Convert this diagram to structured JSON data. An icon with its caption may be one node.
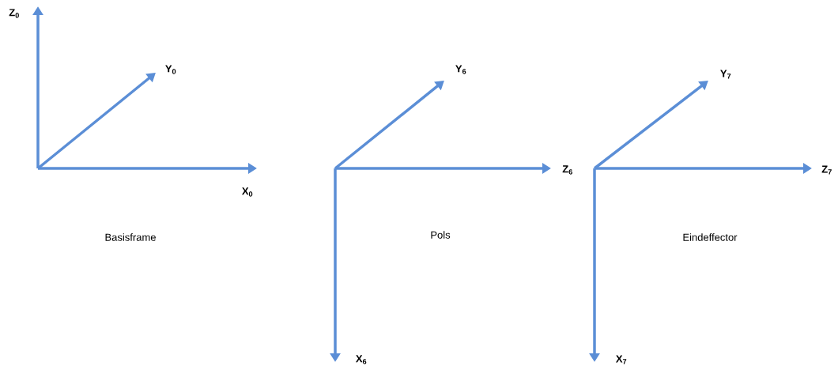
{
  "diagram": {
    "labels": [
      "Z$_{0}$",
      "Y$_{0}$",
      "X$_{0}$",
      "Basisframe",
      "Y$_{6}$",
      "Z$_{6}$",
      "Pols",
      "X$_{6}$",
      "Y$_{7}$",
      "Z$_{7}$",
      "Eindeffector",
      "X$_{7}$"
    ]
  }
}
